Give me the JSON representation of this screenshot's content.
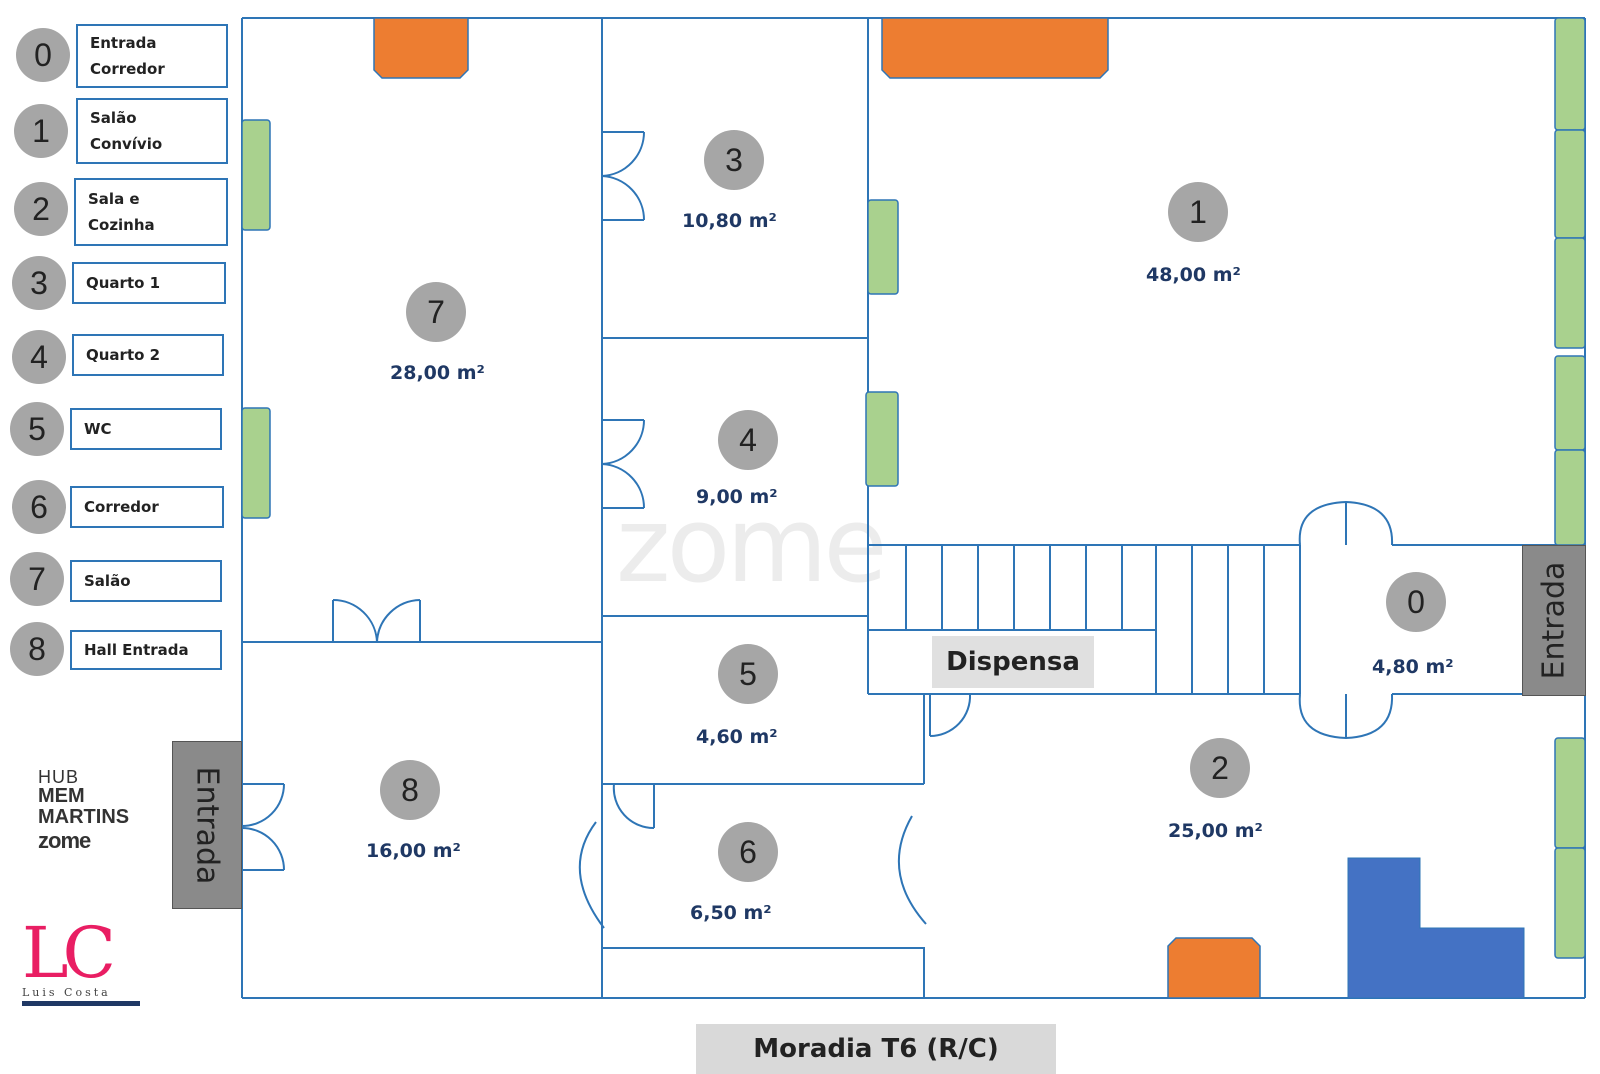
{
  "legend": [
    {
      "num": "0",
      "lines": [
        "Entrada",
        "Corredor"
      ]
    },
    {
      "num": "1",
      "lines": [
        "Salão",
        "Convívio"
      ]
    },
    {
      "num": "2",
      "lines": [
        "Sala e",
        "Cozinha"
      ]
    },
    {
      "num": "3",
      "lines": [
        "Quarto 1"
      ]
    },
    {
      "num": "4",
      "lines": [
        "Quarto 2"
      ]
    },
    {
      "num": "5",
      "lines": [
        "WC"
      ]
    },
    {
      "num": "6",
      "lines": [
        "Corredor"
      ]
    },
    {
      "num": "7",
      "lines": [
        "Salão"
      ]
    },
    {
      "num": "8",
      "lines": [
        "Hall Entrada"
      ]
    }
  ],
  "rooms": [
    {
      "num": "0",
      "area": "4,80 m²"
    },
    {
      "num": "1",
      "area": "48,00 m²"
    },
    {
      "num": "2",
      "area": "25,00 m²"
    },
    {
      "num": "3",
      "area": "10,80 m²"
    },
    {
      "num": "4",
      "area": "9,00 m²"
    },
    {
      "num": "5",
      "area": "4,60 m²"
    },
    {
      "num": "6",
      "area": "6,50 m²"
    },
    {
      "num": "7",
      "area": "28,00 m²"
    },
    {
      "num": "8",
      "area": "16,00 m²"
    }
  ],
  "labels": {
    "entrada_left": "Entrada",
    "entrada_right": "Entrada",
    "dispensa": "Dispensa",
    "footer": "Moradia T6 (R/C)",
    "watermark": "zome"
  },
  "logos": {
    "hub_line1": "HUB",
    "hub_line2": "MEM",
    "hub_line3": "MARTINS",
    "hub_brand": "zome",
    "lc_letters": "LC",
    "lc_name": "Luis Costa"
  },
  "colors": {
    "wall": "#2e75b6",
    "window": "#a9d18e",
    "fireplace": "#ed7d31",
    "counter": "#4472c4",
    "entrance": "#8a8a8a"
  }
}
